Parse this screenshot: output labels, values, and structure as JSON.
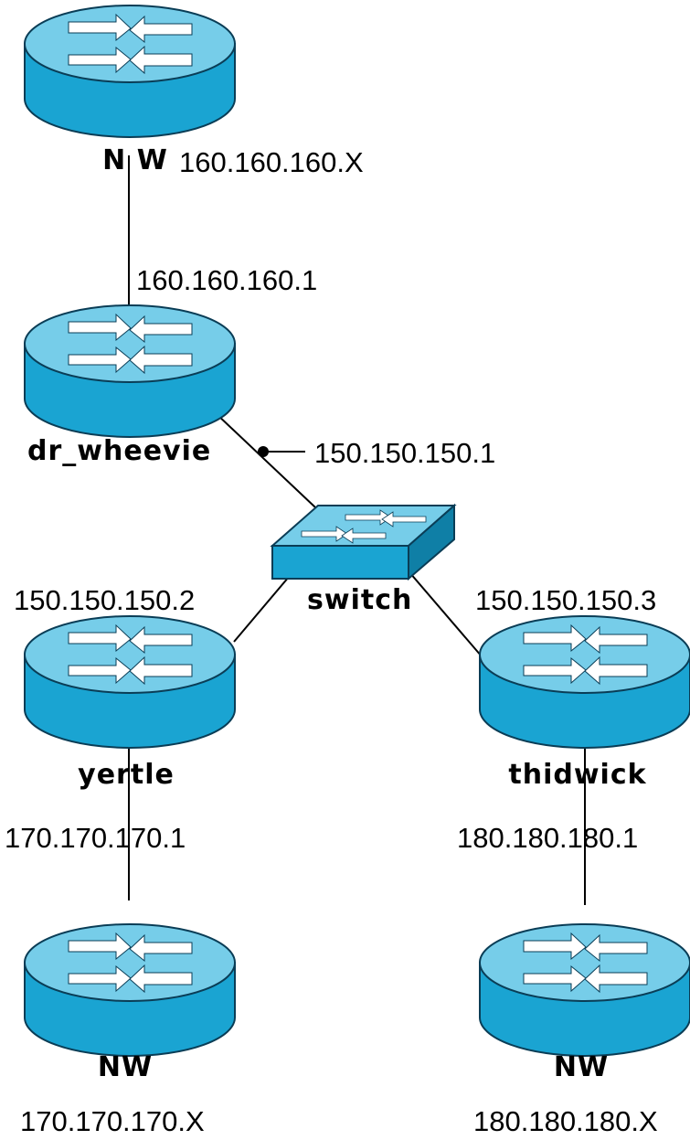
{
  "colors": {
    "device_body": "#1aa4d2",
    "device_top": "#76cde9",
    "device_outline": "#0a3d56",
    "arrow": "#ffffff",
    "link": "#000000",
    "background": "#ffffff"
  },
  "icons": {
    "router": "router-icon",
    "switch": "switch-icon"
  },
  "routers": {
    "top_nw": {
      "name": "N W",
      "ip": "160.160.160.X"
    },
    "dr_wheevie": {
      "name": "dr_wheevie",
      "ip_up": "160.160.160.1",
      "ip_down": "150.150.150.1"
    },
    "yertle": {
      "name": "yertle",
      "ip_up": "150.150.150.2",
      "ip_down": "170.170.170.1"
    },
    "thidwick": {
      "name": "thidwick",
      "ip_up": "150.150.150.3",
      "ip_down": "180.180.180.1"
    },
    "bottom_left_nw": {
      "name": "NW",
      "ip": "170.170.170.X"
    },
    "bottom_right_nw": {
      "name": "NW",
      "ip": "180.180.180.X"
    }
  },
  "switch": {
    "name": "switch"
  }
}
